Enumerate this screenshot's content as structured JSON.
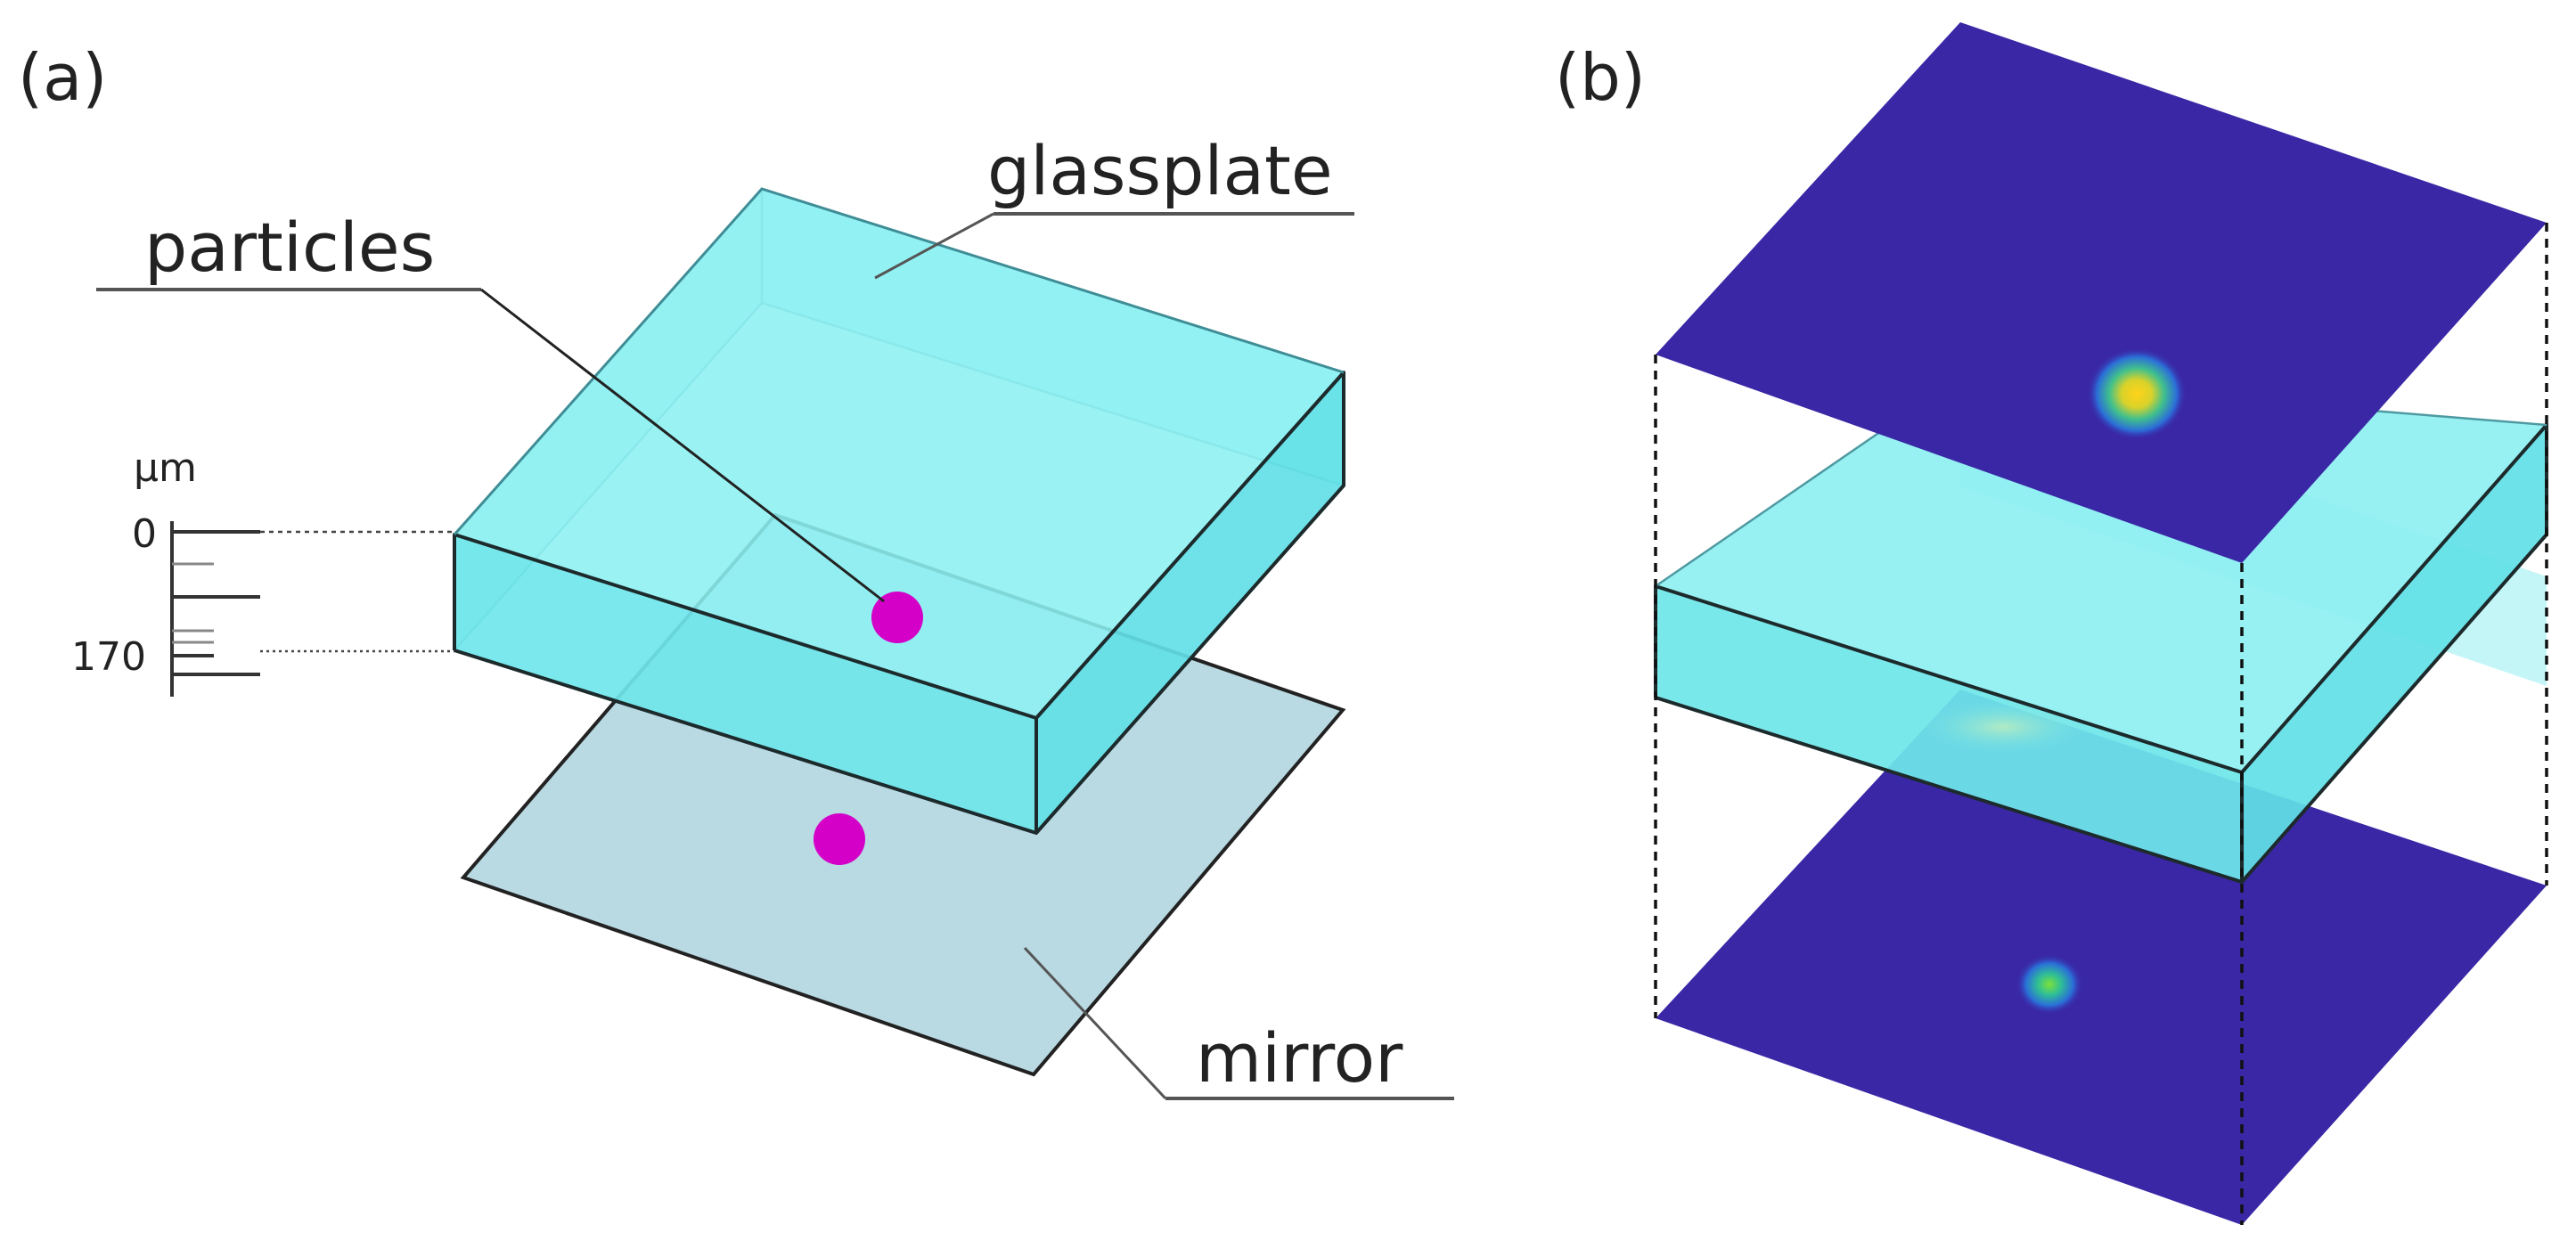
{
  "panel_a": {
    "label": "(a)",
    "labels": {
      "glassplate": "glassplate",
      "particles": "particles",
      "mirror": "mirror"
    },
    "scale": {
      "unit": "µm",
      "top_value": "0",
      "bottom_value": "170"
    }
  },
  "panel_b": {
    "label": "(b)"
  },
  "colors": {
    "glass_side": "#6fe6ea",
    "glass_top": "#9ff4f3",
    "mirror": "#b9d9e3",
    "particle": "#d400c8",
    "field": "#3a27a6",
    "spot_core": "#f2d21f",
    "spot_mid": "#3fbf8c",
    "spot_edge": "#2a6fd8"
  }
}
